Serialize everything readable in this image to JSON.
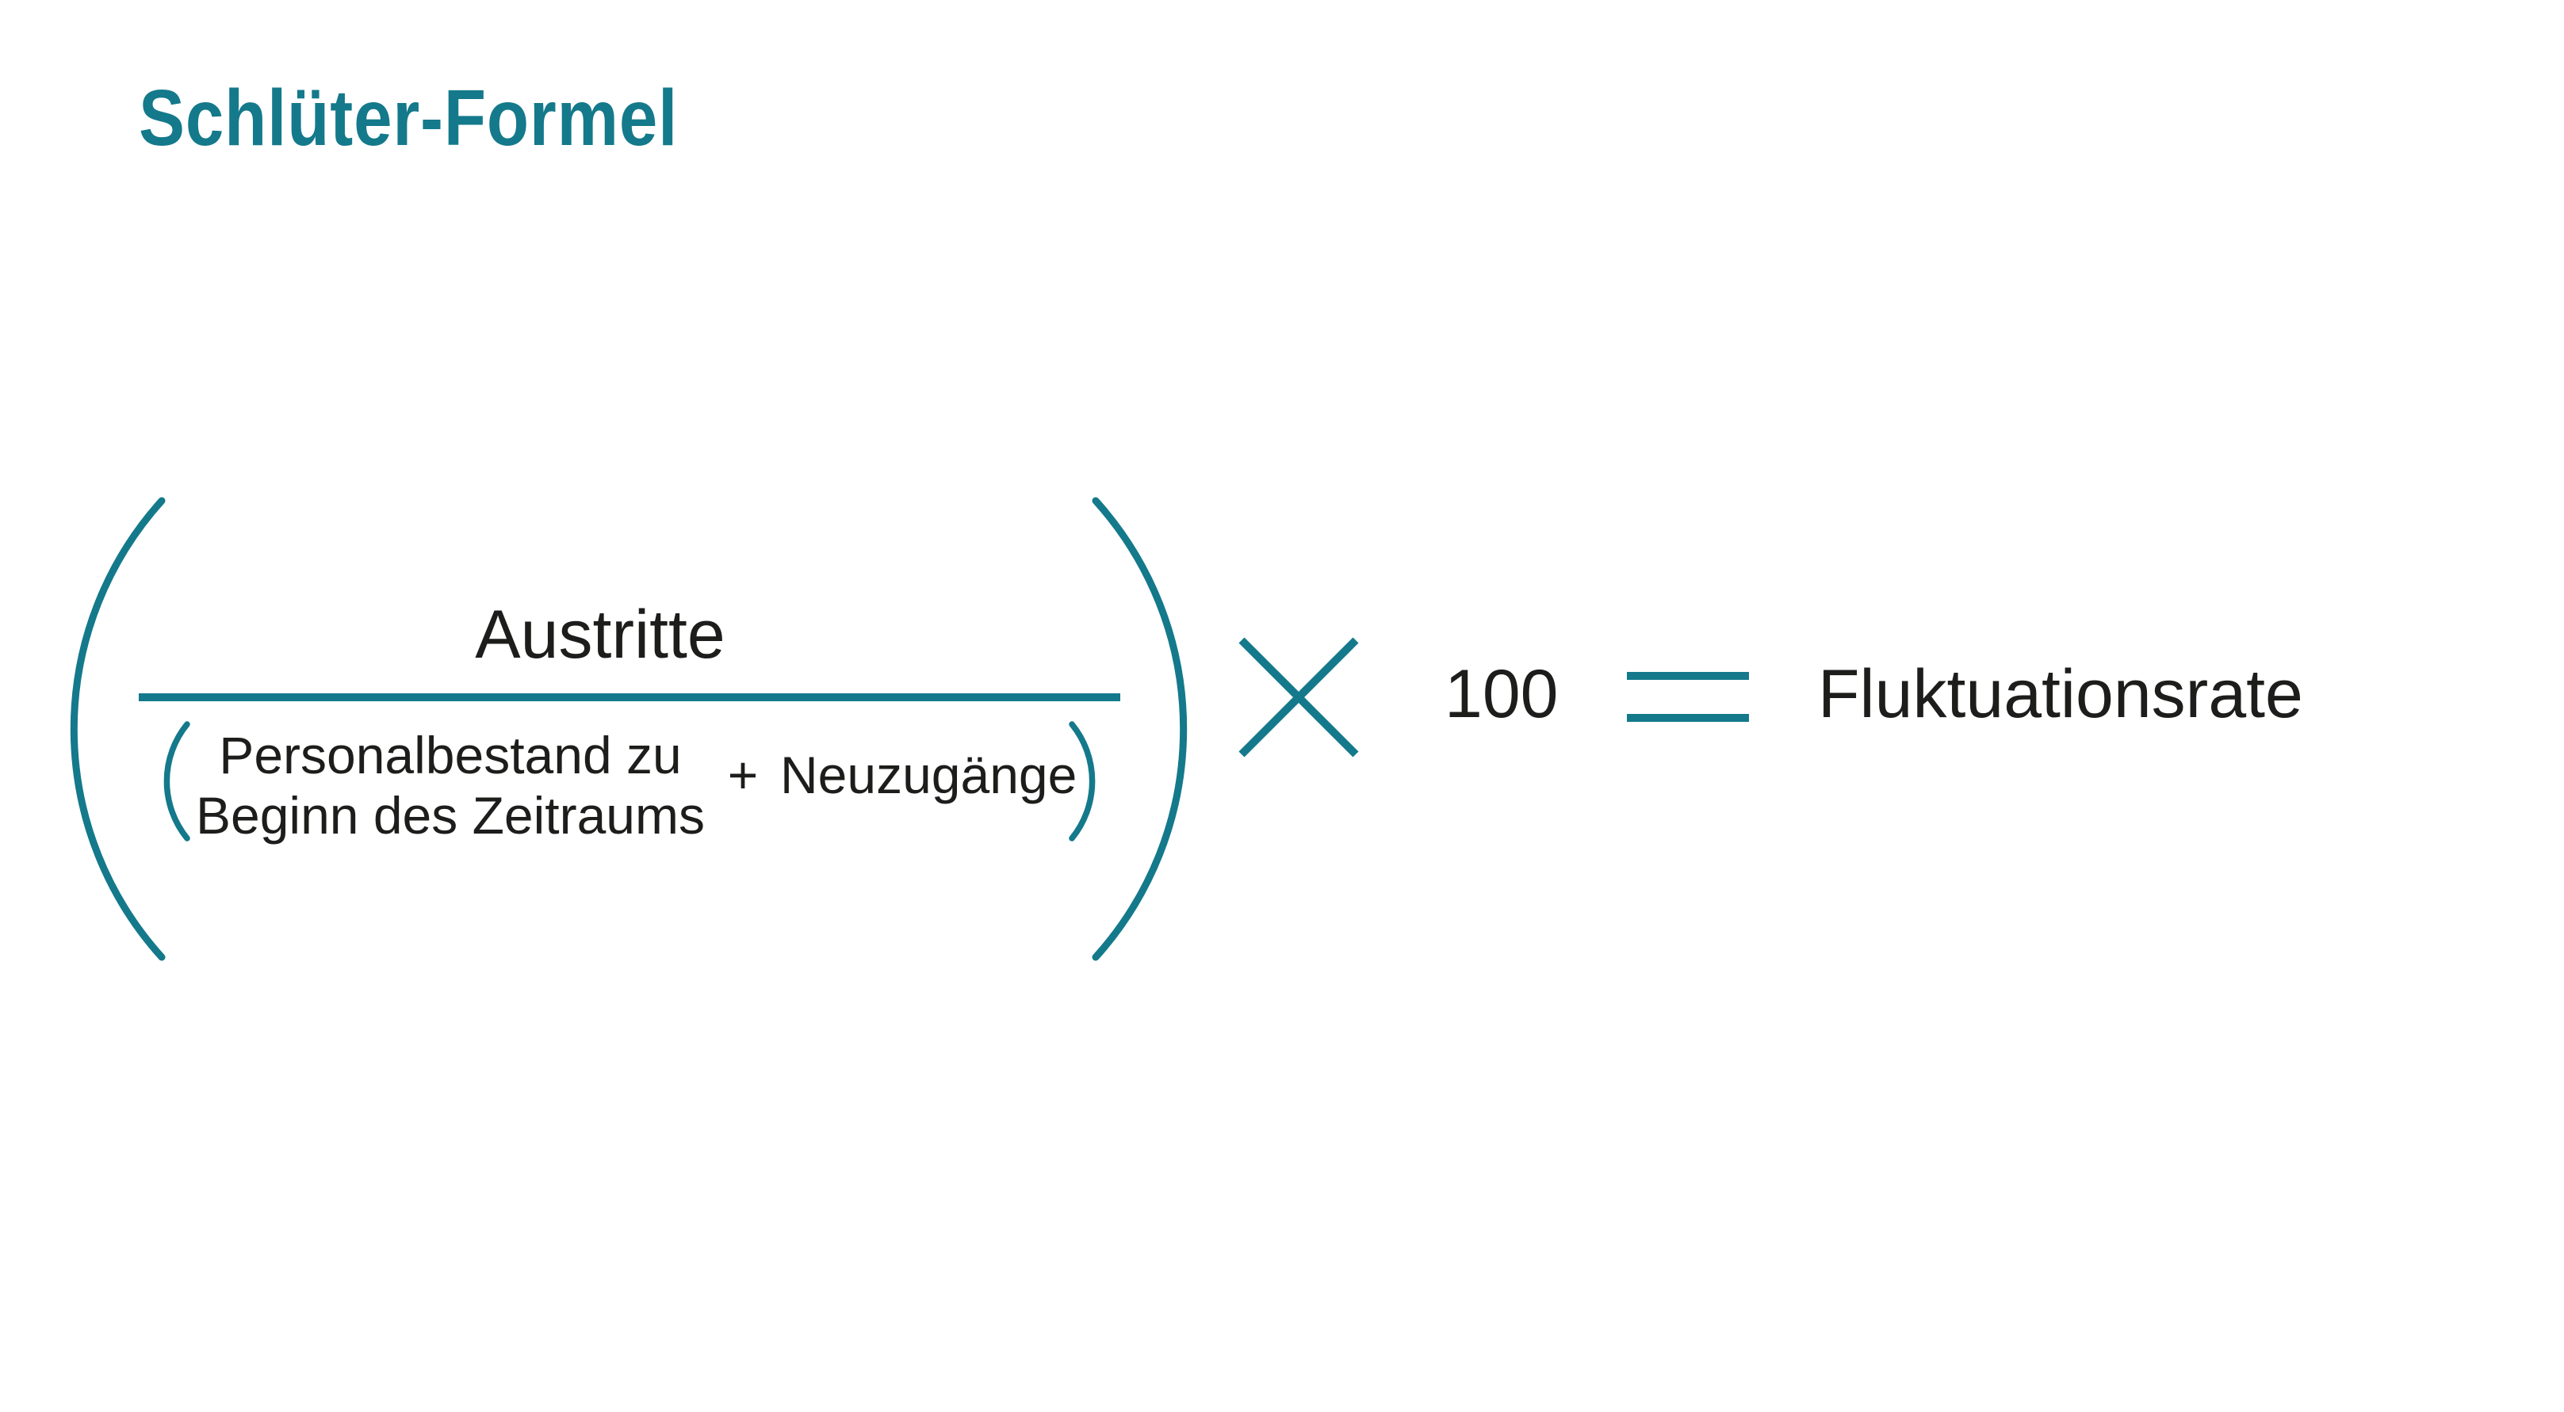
{
  "page": {
    "title": "Schlüter-Formel"
  },
  "colors": {
    "accent_teal": "#14798B",
    "text_dark": "#1D1D1B",
    "background": "#FFFFFF"
  },
  "formula": {
    "numerator": "Austritte",
    "denominator": {
      "term1_line1": "Personalbestand zu",
      "term1_line2": "Beginn des Zeitraums",
      "plus_sign": "+",
      "term2": "Neuzugänge"
    },
    "multiplier": "100",
    "result": "Fluktuationsrate"
  },
  "icons": {
    "multiply_icon": "×",
    "equals_icon": "=",
    "outer_parentheses": "( )",
    "inner_parentheses": "( )"
  }
}
